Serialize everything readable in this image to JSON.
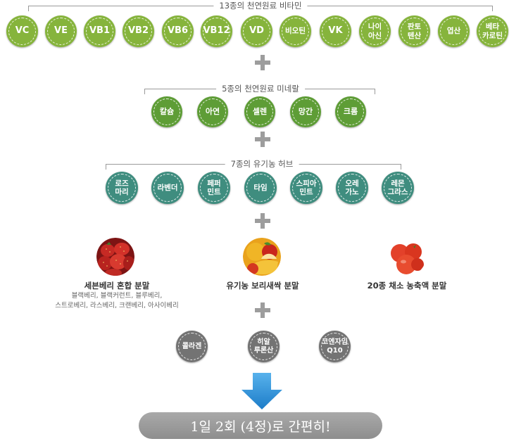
{
  "vitamins": {
    "title": "13종의 천연원료 비타민",
    "items": [
      "VC",
      "VE",
      "VB1",
      "VB2",
      "VB6",
      "VB12",
      "VD",
      "비오틴",
      "VK",
      "나이\n아신",
      "판토\n텐산",
      "엽산",
      "베타\n카로틴"
    ]
  },
  "minerals": {
    "title": "5종의 천연원료 미네랄",
    "items": [
      "칼슘",
      "아연",
      "셀렌",
      "망간",
      "크롬"
    ]
  },
  "herbs": {
    "title": "7종의 유기농 허브",
    "items": [
      "로즈\n마리",
      "라벤더",
      "페퍼\n민트",
      "타임",
      "스피아\n민트",
      "오레\n가노",
      "레몬\n그라스"
    ]
  },
  "powders": [
    {
      "title": "세븐베리 혼합 분말",
      "subtitle_lines": [
        "블랙베리, 블랙커런트, 블루베리,",
        "스트로베리, 라스베리, 크랜베리, 아사이베리"
      ]
    },
    {
      "title": "유기농 보리새싹 분말",
      "subtitle_lines": []
    },
    {
      "title": "20종 채소 농축액 분말",
      "subtitle_lines": []
    }
  ],
  "supplements": {
    "items": [
      "콜라겐",
      "히알\n루론산",
      "코엔자임\nQ10"
    ]
  },
  "banner": {
    "text": "1일 2회 (4정)로 간편히!"
  },
  "colors": {
    "vitamin": "#86b43c",
    "mineral": "#5e9d36",
    "herb": "#3f8d7f",
    "supplement": "#737373",
    "arrow": "#2b8fd4",
    "banner": "#9a9a9a"
  }
}
